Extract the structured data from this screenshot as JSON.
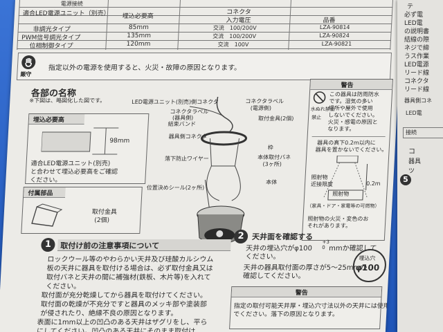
{
  "table": {
    "header_partial": "電源接続",
    "col1_title": "適合LED電源ユニット（別売）",
    "col2_title": "埋込必要高",
    "col3_title": "コネクタ",
    "col3a": "入力電圧",
    "col3b": "品番",
    "rows": [
      {
        "name": "非調光タイプ",
        "height": "85mm",
        "voltage": "交流　100/200V",
        "code": "LZA-90814"
      },
      {
        "name": "PWM信号調光タイプ",
        "height": "135mm",
        "voltage": "交流　100/200V",
        "code": "LZA-90824"
      },
      {
        "name": "位相制御タイプ",
        "height": "120mm",
        "voltage": "交流　100V",
        "code": "LZA-90821"
      }
    ]
  },
  "keep": {
    "label": "厳守",
    "text": "指定以外の電源を使用すると、火災・故障の原因となります。"
  },
  "parts": {
    "title": "各部の名称",
    "note": "※下図は、略図化した図です。",
    "labels": {
      "led_unit": "LED電源ユニット(別売)側コネクタ",
      "connector_label": "コネクタラベル",
      "connector_label_sub": "(電源側)",
      "connector_label2": "コネクタラベル",
      "connector_label2_sub": "(器具側)",
      "band": "結束バンド",
      "mount": "取付金具(2個)",
      "fixture_connector": "器具側コネクタ",
      "frame": "枠",
      "fall_wire": "落下防止ワイヤー",
      "spring": "本体取付バネ",
      "spring_sub": "(3ヶ所)",
      "seal": "位置決めシール(2ヶ所)",
      "body": "本体"
    }
  },
  "embed": {
    "title": "埋込必要高",
    "dim": "98mm",
    "note_lines": [
      "適合LED電源ユニット(別売)",
      "と合わせて埋込必要高をご確認",
      "ください。"
    ]
  },
  "accessories": {
    "title": "付属部品",
    "item": "取付金具",
    "qty": "(2個)"
  },
  "warning": {
    "title": "警告",
    "line1": "この器具は防雨防水",
    "line2": "です。湿気の多い",
    "line3": "場所や屋外で使用",
    "line4": "しないでください。",
    "line5": "火災・感電の原因と",
    "line6": "なります。",
    "icon_label": "水ぬれ禁止",
    "icon_label2": "禁止",
    "dist1": "器具の真下0.2m以内に",
    "dist2": "器具を置かないでください。",
    "dist_label": "照射物",
    "dist_label2": "近接限度",
    "dist_value": "0.2m",
    "dist_label3": "照射物",
    "dist_caption": "（家具・ドア・家電等の可燃物）",
    "dist_foot1": "照射物の火災・変色のお",
    "dist_foot2": "それがあります。"
  },
  "step1": {
    "num": "1",
    "title": "取付け前の注意事項について",
    "lines": [
      "ロックウール等のやわらかい天井及び珪酸カルシウム",
      "板の天井に器具を取付ける場合は、必ず取付金具又は",
      "取付バネと天井の間に補強材(鉄板、木片等)を入れて",
      "ください。",
      "取付面が充分乾燥してから器具を取付けてください。",
      "取付面の乾燥が不充分ですと器具のメッキ部や塗装部",
      "が侵されたり、絶縁不良の原因となります。",
      "表面に1mm以上の凹凸のある天井はザグリをし、平ら",
      "にしてください。凹凸のある天井にそのまま取付け"
    ]
  },
  "step2": {
    "num": "2",
    "title": "天井面を確認する",
    "line1": "天井の埋込穴がφ100",
    "line1b": "mmか確認して",
    "tol_up": "+3",
    "tol_dn": "0",
    "line2": "ください。",
    "line3": "天井の器具取付面の厚さが5～25mmか",
    "line4": "確認してください。",
    "stamp_top": "埋込穴",
    "stamp_val": "φ100"
  },
  "warning2": {
    "title": "警告",
    "line1": "指定の取付可能天井厚・埋込穴寸法以外の天井には使用しない",
    "line2": "でください。落下の原因となります。"
  },
  "side": {
    "lines": [
      "テ",
      "必ず電",
      "LED電",
      "の説明書",
      "結線の際",
      "ネジで締",
      "うス作業",
      "LED電源",
      "リード線",
      "コネクタ",
      "リード線"
    ],
    "item1": "器具側コネ",
    "item2": "LED電",
    "item3": "接続",
    "item4": "コ",
    "item5": "器具",
    "item6": "ツ",
    "item7": "5"
  }
}
